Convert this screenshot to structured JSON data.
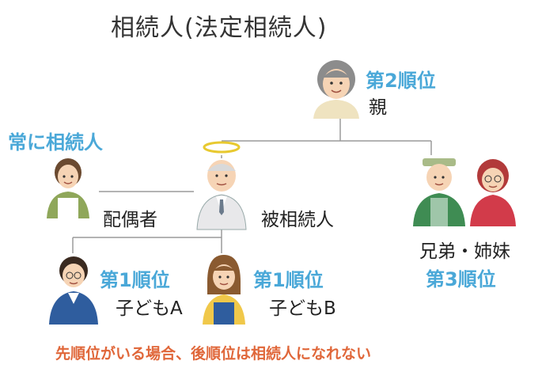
{
  "title": "相続人(法定相続人)",
  "always_heir": "常に相続人",
  "parent": {
    "rank": "第2順位",
    "label": "親"
  },
  "spouse": {
    "label": "配偶者"
  },
  "deceased": {
    "label": "被相続人"
  },
  "siblings": {
    "label": "兄弟・姉妹",
    "rank": "第3順位"
  },
  "child_a": {
    "rank": "第1順位",
    "label": "子どもA"
  },
  "child_b": {
    "rank": "第1順位",
    "label": "子どもB"
  },
  "footnote": "先順位がいる場合、後順位は相続人になれない",
  "colors": {
    "rank": "#4aa8d8",
    "note": "#e0673a",
    "line": "#9a9a9a"
  }
}
